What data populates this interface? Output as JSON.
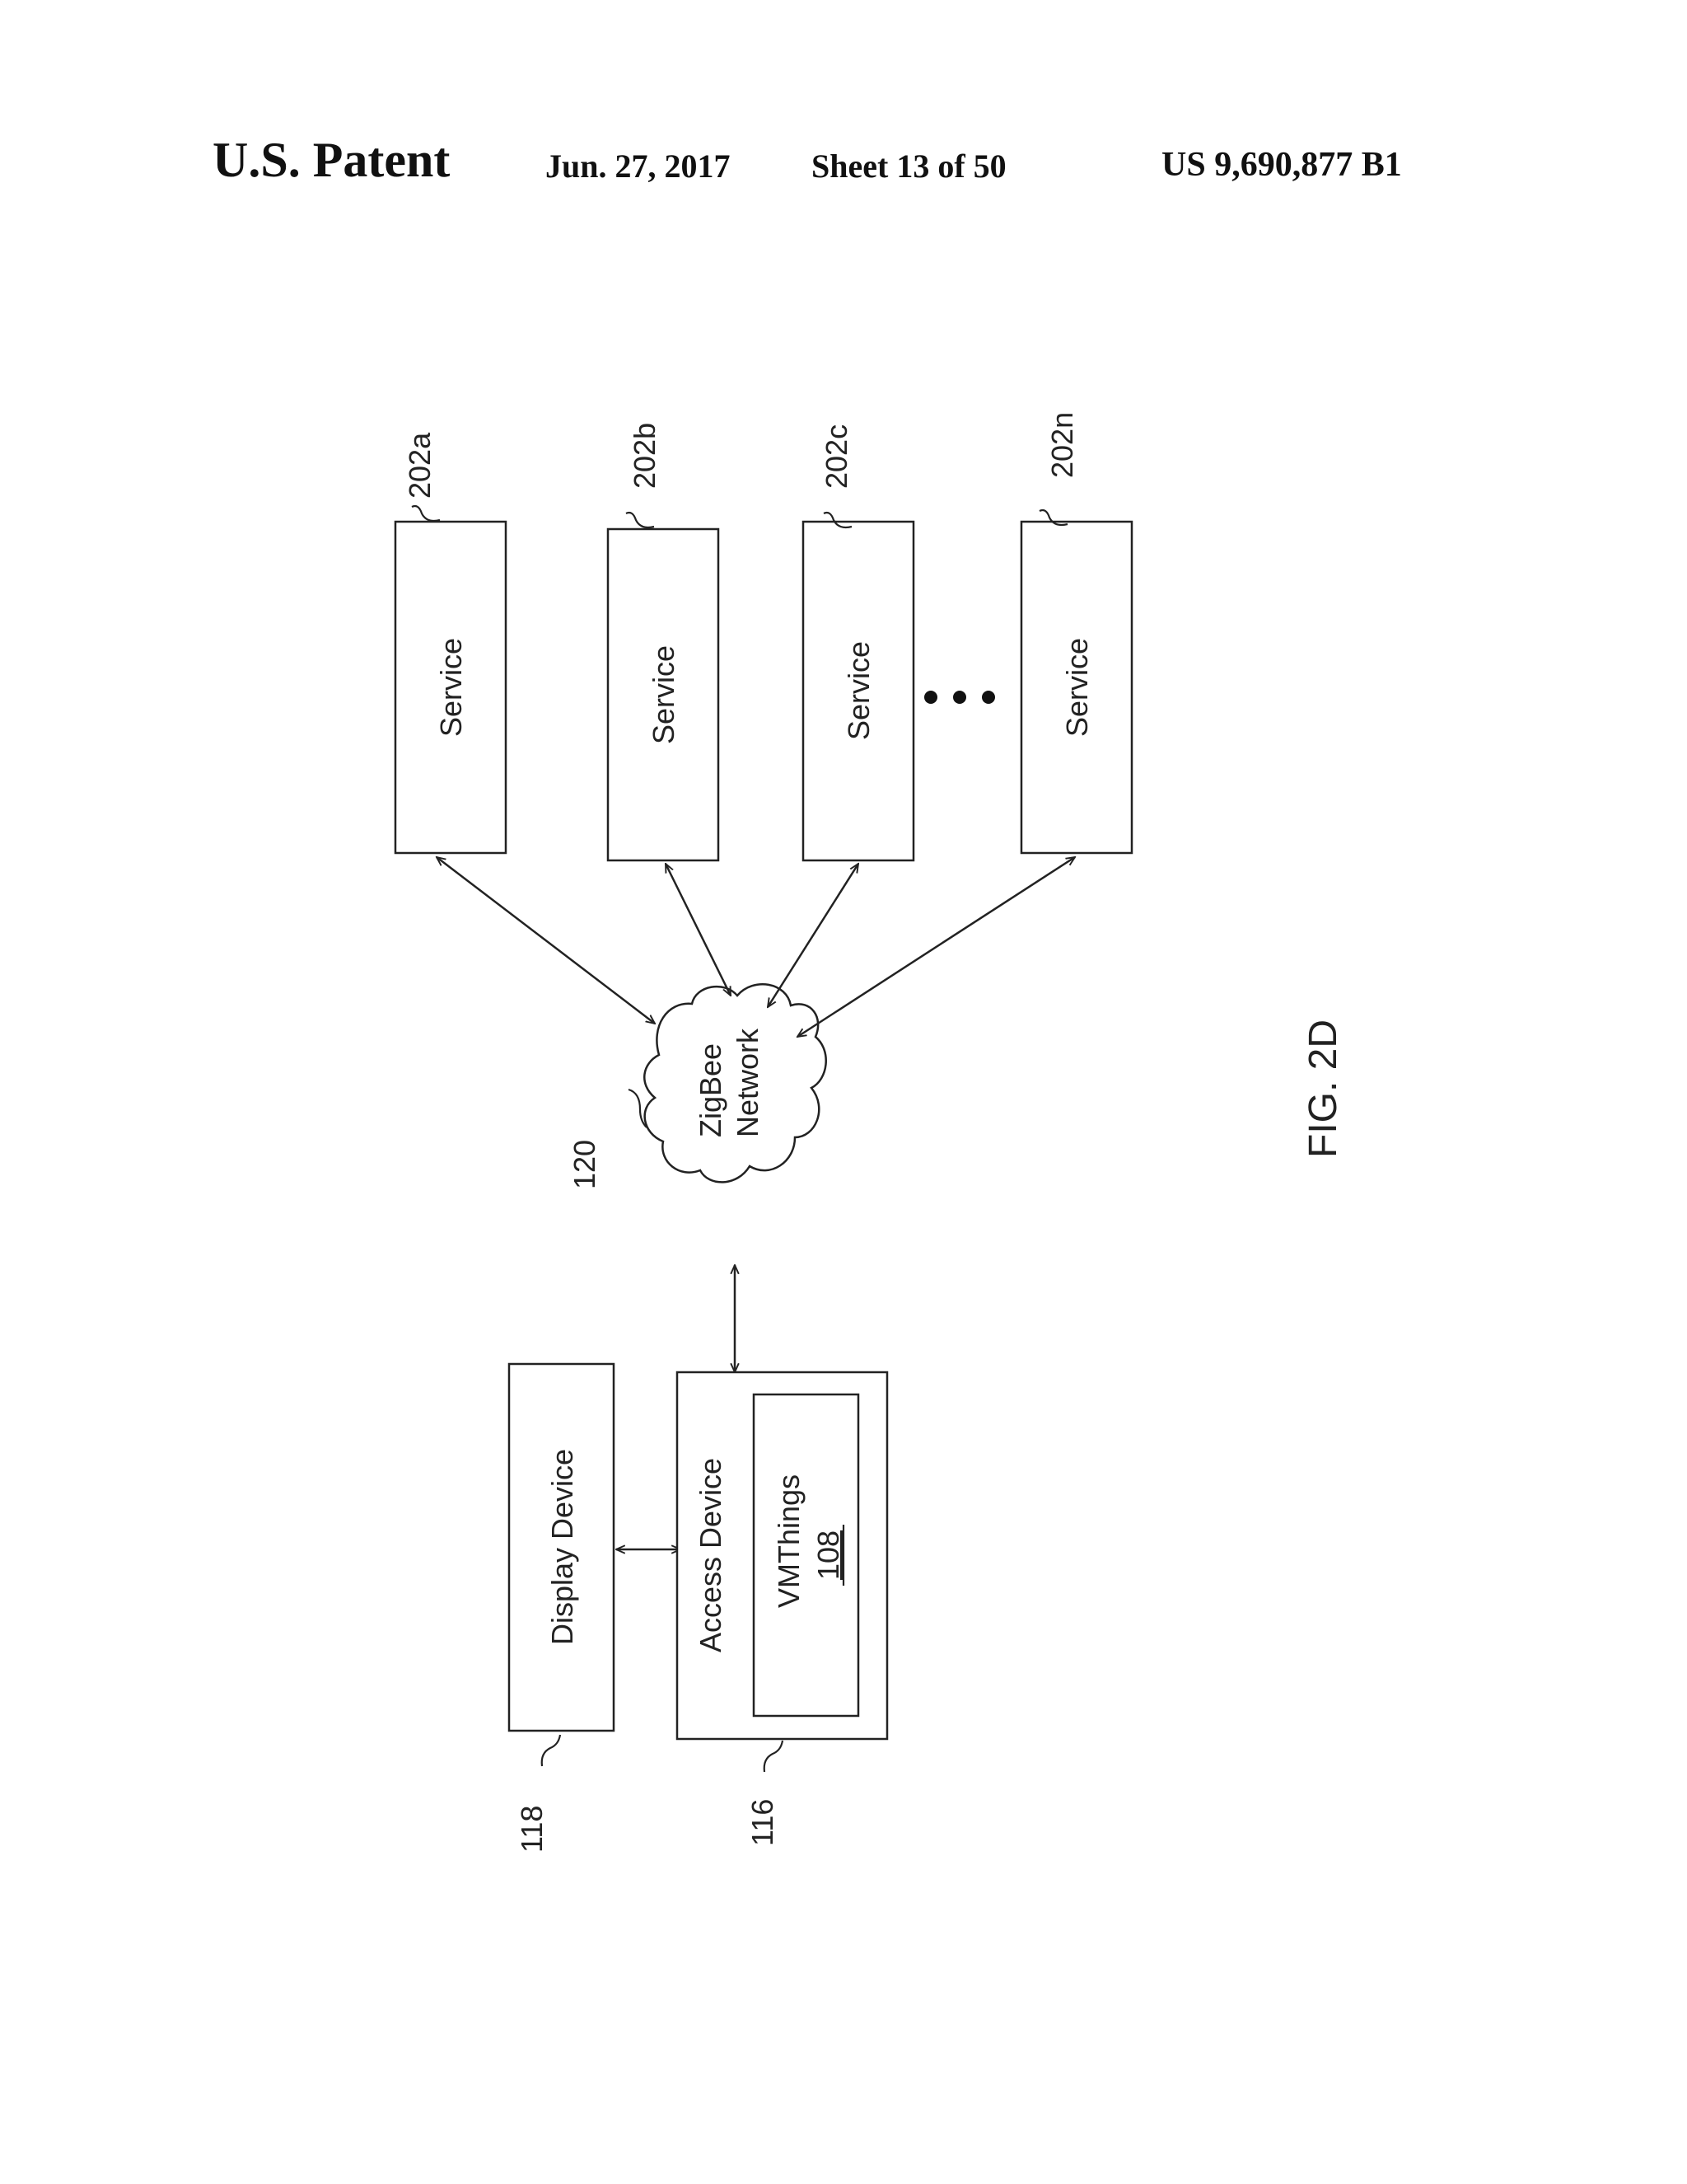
{
  "header": {
    "left": "U.S. Patent",
    "date": "Jun. 27, 2017",
    "sheet": "Sheet 13 of 50",
    "number": "US 9,690,877 B1"
  },
  "figure": {
    "label": "FIG. 2D",
    "services": [
      {
        "ref": "202a",
        "label": "Service"
      },
      {
        "ref": "202b",
        "label": "Service"
      },
      {
        "ref": "202c",
        "label": "Service"
      },
      {
        "ref": "202n",
        "label": "Service"
      }
    ],
    "network": {
      "ref": "120",
      "line1": "ZigBee",
      "line2": "Network"
    },
    "access_device": {
      "ref": "116",
      "label": "Access Device",
      "inner_label": "VMThings",
      "inner_ref": "108"
    },
    "display_device": {
      "ref": "118",
      "label": "Display Device"
    }
  }
}
